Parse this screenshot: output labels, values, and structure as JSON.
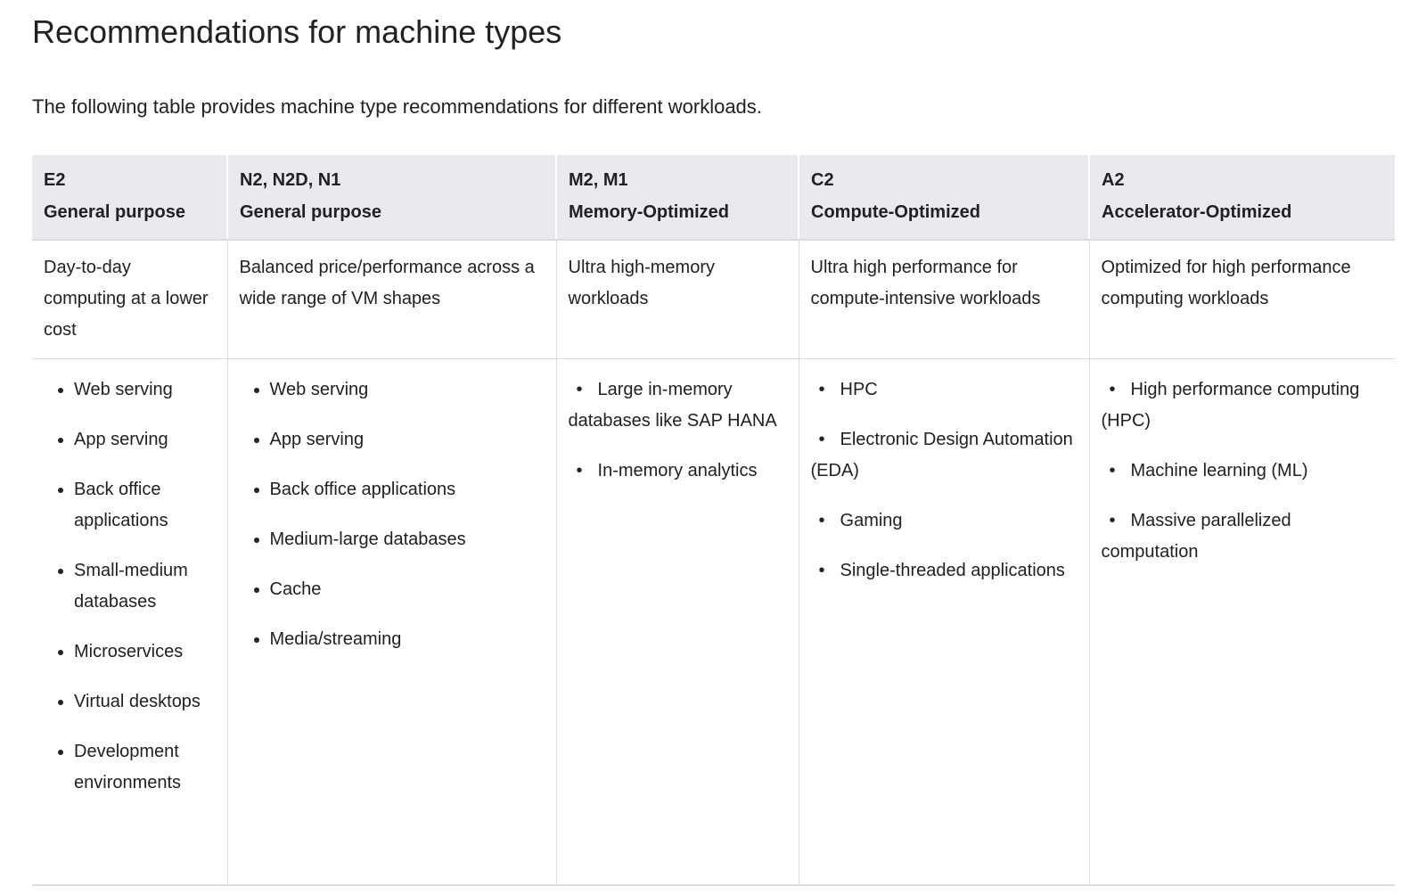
{
  "page": {
    "title": "Recommendations for machine types",
    "intro": "The following table provides machine type recommendations for different workloads."
  },
  "colors": {
    "header_background": "#e8eaed",
    "border": "#dadce0",
    "text": "#202124"
  },
  "table": {
    "columns": [
      {
        "machine_types": "E2",
        "category": "General purpose",
        "description": "Day-to-day computing at a lower cost",
        "workloads": [
          "Web serving",
          "App serving",
          "Back office applications",
          "Small-medium databases",
          "Microservices",
          "Virtual desktops",
          "Development environments"
        ]
      },
      {
        "machine_types": "N2, N2D, N1",
        "category": "General purpose",
        "description": "Balanced price/performance across a wide range of VM shapes",
        "workloads": [
          "Web serving",
          "App serving",
          "Back office applications",
          "Medium-large databases",
          "Cache",
          "Media/streaming"
        ]
      },
      {
        "machine_types": "M2, M1",
        "category": "Memory-Optimized",
        "description": "Ultra high-memory workloads",
        "workloads": [
          "Large in-memory databases like SAP HANA",
          "In-memory analytics"
        ]
      },
      {
        "machine_types": "C2",
        "category": "Compute-Optimized",
        "description": "Ultra high performance for compute-intensive workloads",
        "workloads": [
          "HPC",
          "Electronic Design Automation (EDA)",
          "Gaming",
          "Single-threaded applications"
        ]
      },
      {
        "machine_types": "A2",
        "category": "Accelerator-Optimized",
        "description": "Optimized for high performance computing workloads",
        "workloads": [
          "High performance computing (HPC)",
          "Machine learning (ML)",
          "Massive parallelized computation"
        ]
      }
    ]
  }
}
